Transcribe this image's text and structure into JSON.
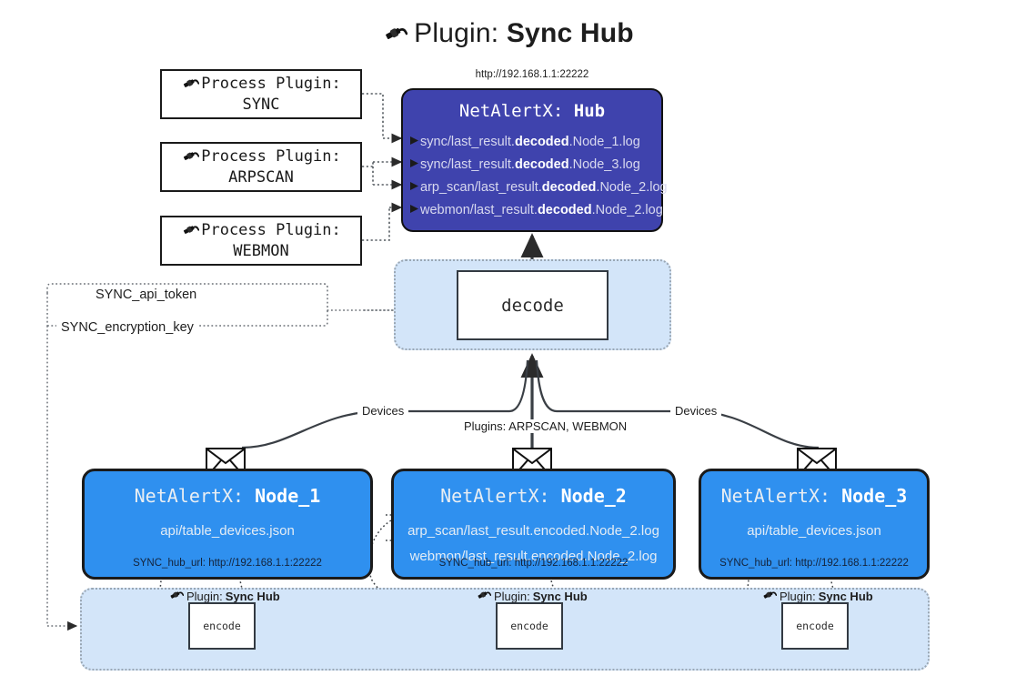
{
  "title": {
    "icon": "plug-icon",
    "prefix": "Plugin: ",
    "name": "Sync Hub"
  },
  "hub": {
    "url_label": "http://192.168.1.1:22222",
    "title_prefix": "NetAlertX: ",
    "title_name": "Hub",
    "log_lines": [
      {
        "pre": "sync/last_result.",
        "em": "decoded",
        "post": ".Node_1.log"
      },
      {
        "pre": "sync/last_result.",
        "em": "decoded",
        "post": ".Node_3.log"
      },
      {
        "pre": "arp_scan/last_result.",
        "em": "decoded",
        "post": ".Node_2.log"
      },
      {
        "pre": "webmon/last_result.",
        "em": "decoded",
        "post": ".Node_2.log"
      }
    ],
    "fill_color": "#3f43ad"
  },
  "process_plugins": [
    {
      "icon": "plug-icon",
      "line1": "Process Plugin:",
      "line2": "SYNC"
    },
    {
      "icon": "plug-icon",
      "line1": "Process Plugin:",
      "line2": "ARPSCAN"
    },
    {
      "icon": "plug-icon",
      "line1": "Process Plugin:",
      "line2": "WEBMON"
    }
  ],
  "decode": {
    "box_label": "decode",
    "group_fill": "#d3e5f9"
  },
  "keys": {
    "api_token": "SYNC_api_token",
    "encryption_key": "SYNC_encryption_key"
  },
  "edge_labels": {
    "devices_left": "Devices",
    "devices_right": "Devices",
    "plugins_mid": "Plugins: ARPSCAN, WEBMON"
  },
  "nodes": [
    {
      "title_prefix": "NetAlertX: ",
      "title_name": "Node_1",
      "lines": [
        "api/table_devices.json"
      ],
      "footer": "SYNC_hub_url: http://192.168.1.1:22222",
      "envelope": "envelope-icon"
    },
    {
      "title_prefix": "NetAlertX: ",
      "title_name": "Node_2",
      "lines": [
        "arp_scan/last_result.encoded.Node_2.log",
        "webmon/last_result.encoded.Node_2.log"
      ],
      "footer": "SYNC_hub_url: http://192.168.1.1:22222",
      "envelope": "envelope-icon"
    },
    {
      "title_prefix": "NetAlertX: ",
      "title_name": "Node_3",
      "lines": [
        "api/table_devices.json"
      ],
      "footer": "SYNC_hub_url: http://192.168.1.1:22222",
      "envelope": "envelope-icon"
    }
  ],
  "encode_groups": [
    {
      "icon": "plug-icon",
      "label_prefix": "Plugin: ",
      "label_name": "Sync Hub",
      "box_label": "encode"
    },
    {
      "icon": "plug-icon",
      "label_prefix": "Plugin: ",
      "label_name": "Sync Hub",
      "box_label": "encode"
    },
    {
      "icon": "plug-icon",
      "label_prefix": "Plugin: ",
      "label_name": "Sync Hub",
      "box_label": "encode"
    }
  ],
  "colors": {
    "node_blue": "#2f90ef",
    "hub_indigo": "#3f43ad",
    "group_light_blue": "#d3e5f9",
    "stroke": "#1a1a1a"
  }
}
